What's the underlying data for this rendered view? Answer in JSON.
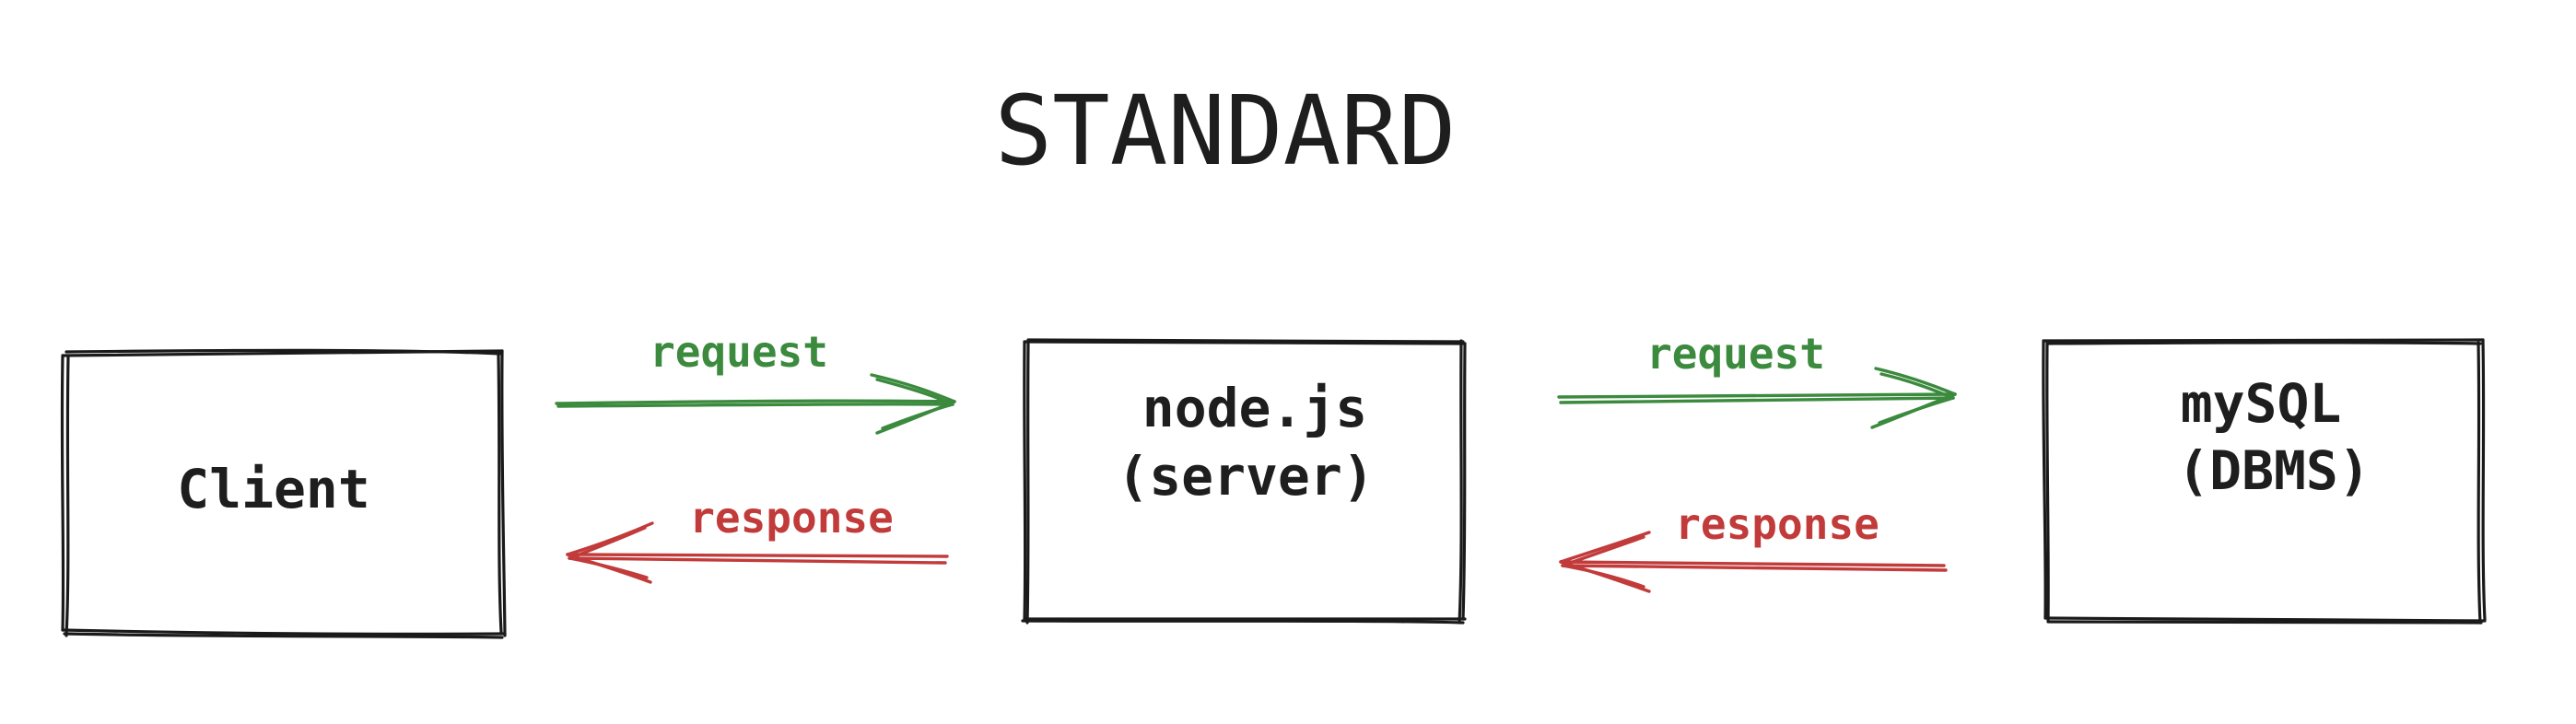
{
  "title": "STANDARD",
  "colors": {
    "box_stroke": "#1a1a1a",
    "text": "#1e1e1e",
    "request": "#3b8a3e",
    "response": "#c23b3b",
    "background": "#ffffff"
  },
  "nodes": {
    "client": {
      "lines": [
        "Client"
      ]
    },
    "server": {
      "lines": [
        "node.js",
        "(server)"
      ]
    },
    "database": {
      "lines": [
        "mySQL",
        "(DBMS)"
      ]
    }
  },
  "arrows": {
    "client_to_server": {
      "label": "request"
    },
    "server_to_client": {
      "label": "response"
    },
    "server_to_database": {
      "label": "request"
    },
    "database_to_server": {
      "label": "response"
    }
  }
}
